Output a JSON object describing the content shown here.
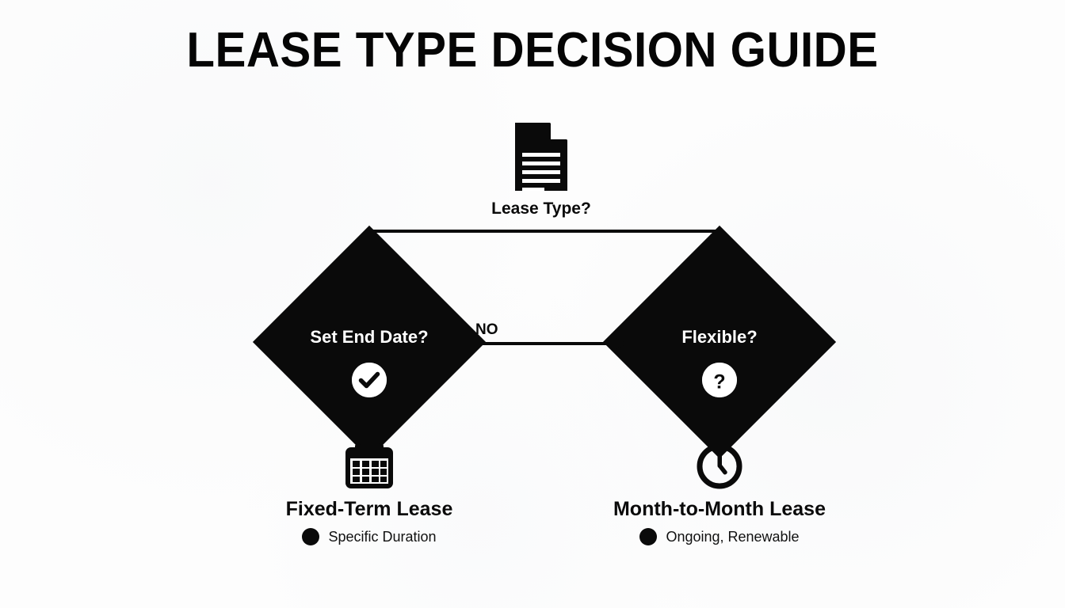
{
  "page": {
    "title": "LEASE TYPE DECISION GUIDE",
    "background_color": "#fdfdfd",
    "ink_color": "#0a0a0a"
  },
  "root": {
    "icon": "document-icon",
    "label": "Lease Type?"
  },
  "branches": [
    {
      "id": "left",
      "decision_text": "Set End Date?",
      "badge_icon": "check-circle-icon",
      "outcome_icon": "calendar-icon",
      "outcome_title": "Fixed-Term Lease",
      "outcome_subtitle": "Specific Duration",
      "bullet": "bullet-dot"
    },
    {
      "id": "right",
      "decision_text": "Flexible?",
      "badge_icon": "question-circle-icon",
      "outcome_icon": "clock-icon",
      "outcome_title": "Month-to-Month Lease",
      "outcome_subtitle": "Ongoing, Renewable",
      "bullet": "bullet-dot"
    }
  ],
  "edges": [
    {
      "from": "root",
      "to": "left",
      "label": ""
    },
    {
      "from": "root",
      "to": "right",
      "label": ""
    },
    {
      "from": "left",
      "to": "right",
      "label": "NO"
    }
  ],
  "connector": {
    "no_label": "NO"
  }
}
